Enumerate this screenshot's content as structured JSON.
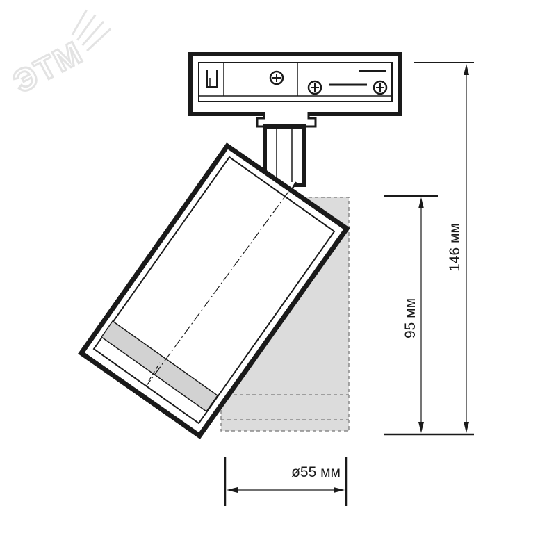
{
  "watermark": {
    "text": "ЭТМ"
  },
  "dimensions": {
    "total_height": "146 мм",
    "body_height": "95 мм",
    "diameter": "ø55 мм"
  },
  "colors": {
    "line": "#1a1a1a",
    "shade": "#dcdcdc",
    "ghost_dash": "#8a8a8a"
  }
}
